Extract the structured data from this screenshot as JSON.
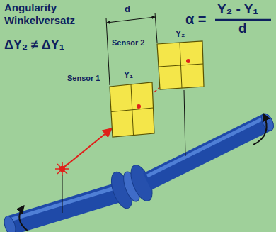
{
  "diagram": {
    "nodes": [
      {
        "text": [
          "Sensor 1",
          "Y₁"
        ]
      },
      {
        "text": [
          "Sensor 2",
          "Y₂"
        ]
      }
    ],
    "labels": [
      "Angularity",
      "Winkelversatz",
      "ΔY₂ ≠ ΔY₁",
      "α =",
      "Y₂ - Y₁",
      "d",
      "d"
    ]
  }
}
